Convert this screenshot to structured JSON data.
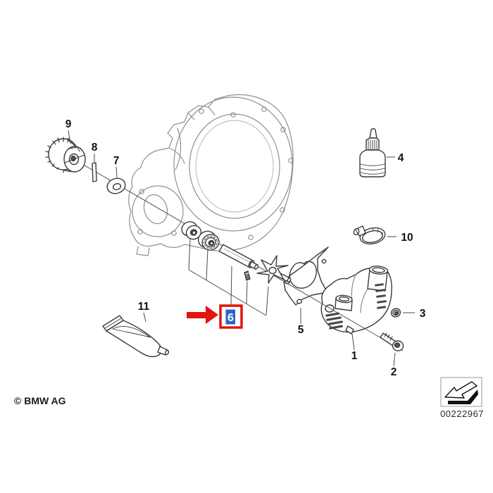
{
  "diagram": {
    "callouts": {
      "1": "1",
      "2": "2",
      "3": "3",
      "4": "4",
      "5": "5",
      "6": "6",
      "7": "7",
      "8": "8",
      "9": "9",
      "10": "10",
      "11": "11"
    },
    "highlighted_callout": "6",
    "colors": {
      "highlight_red": "#e0150e",
      "selection_blue": "#2f63c8",
      "part_line": "#3a3a3a",
      "housing_line": "#8f8f8f"
    },
    "icons": {
      "pointer": "arrow-right-icon",
      "stamp": "direction-arrow-icon"
    }
  },
  "footer": {
    "copyright": "© BMW AG"
  },
  "stamp": {
    "code": "00222967"
  }
}
